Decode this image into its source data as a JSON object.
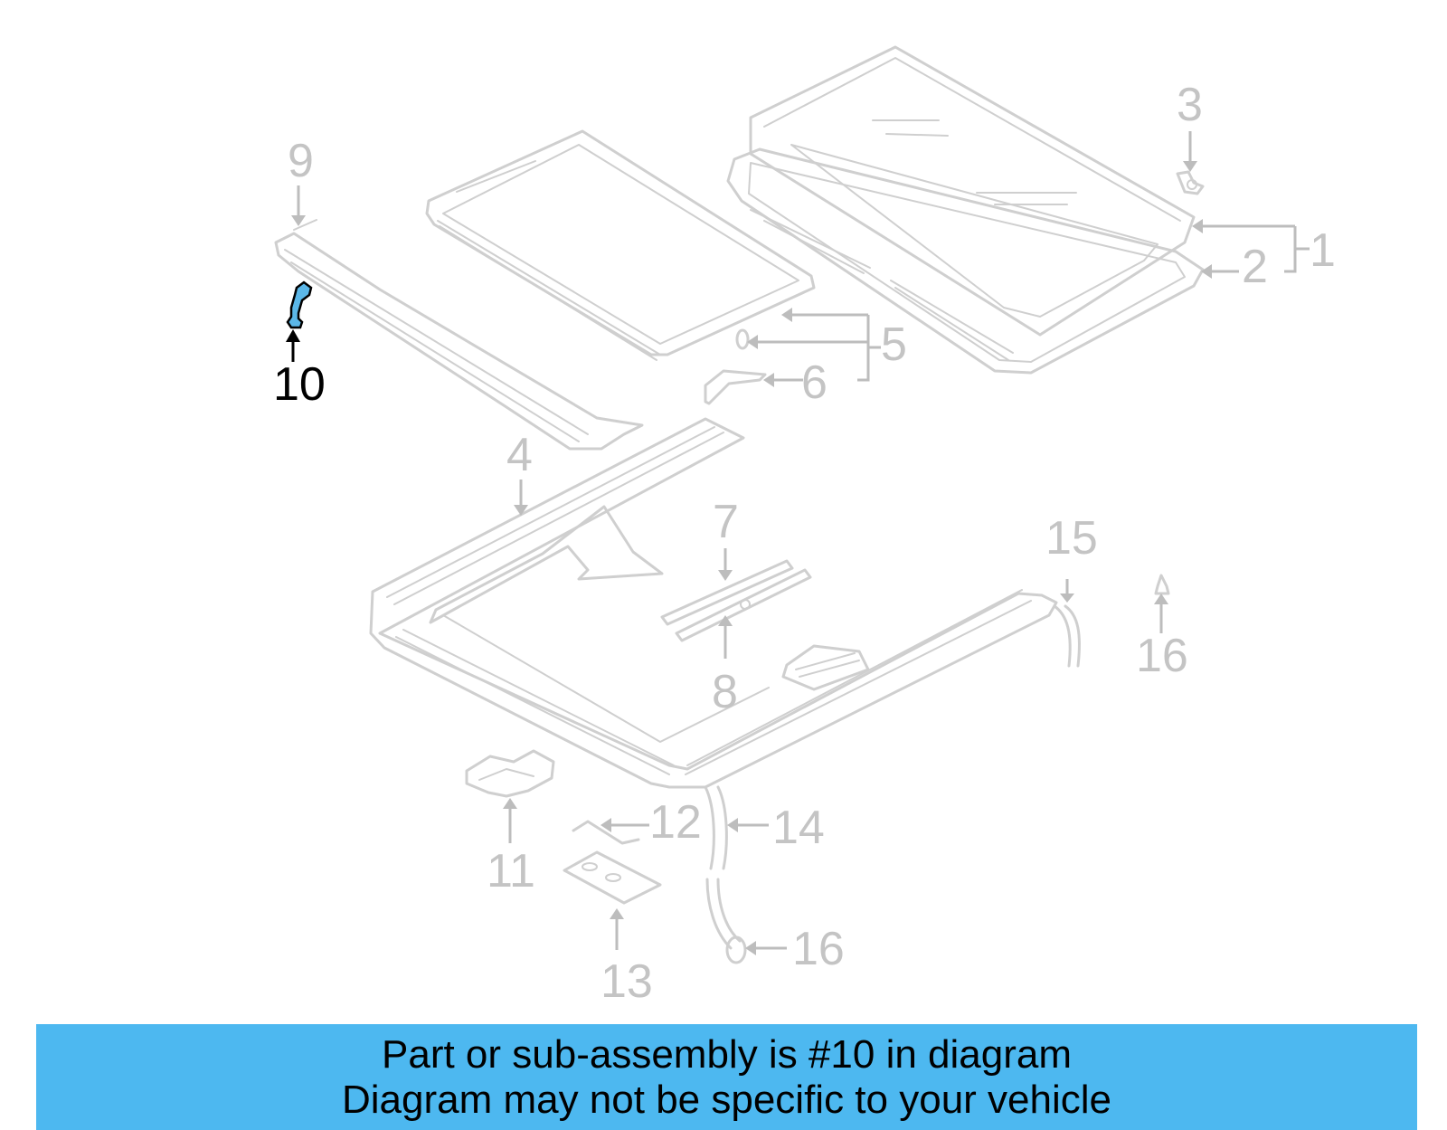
{
  "diagram": {
    "highlighted_part": "10",
    "callouts": {
      "c1": "1",
      "c2": "2",
      "c3": "3",
      "c4": "4",
      "c5": "5",
      "c6": "6",
      "c7": "7",
      "c8": "8",
      "c9": "9",
      "c10": "10",
      "c11": "11",
      "c12": "12",
      "c13": "13",
      "c14": "14",
      "c15": "15",
      "c16a": "16",
      "c16b": "16"
    },
    "colors": {
      "part_line": "#cfcfcf",
      "callout_text": "#c4c4c4",
      "highlight_fill": "#5bb7e8",
      "highlight_text": "#000000",
      "banner": "#4db8f0"
    }
  },
  "banner": {
    "line1": "Part or sub-assembly is #10 in diagram",
    "line2": "Diagram may not be specific to your vehicle"
  }
}
